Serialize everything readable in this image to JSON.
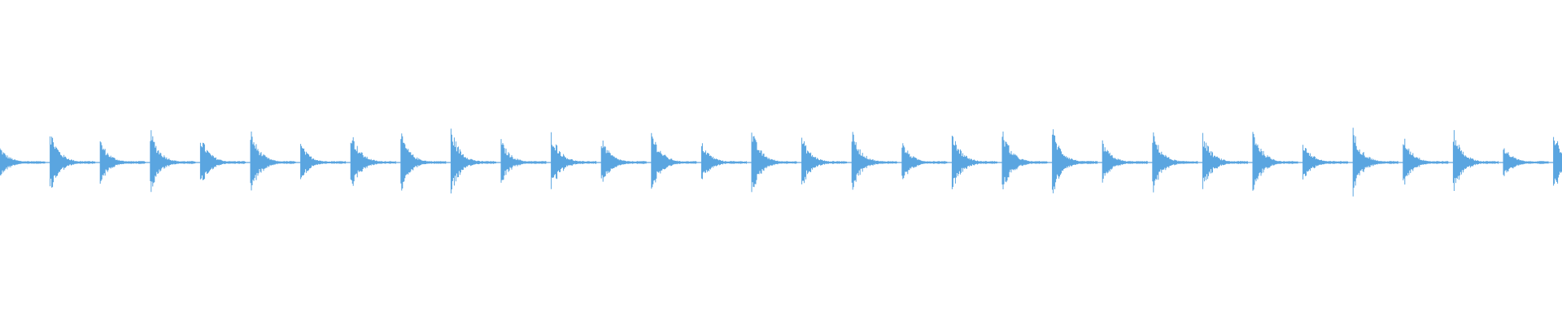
{
  "waveform": {
    "color": "#5aa5e0",
    "background": "#ffffff",
    "hit_count": 32,
    "hit_amplitudes": [
      0.45,
      0.95,
      0.65,
      0.95,
      0.78,
      0.95,
      0.55,
      0.95,
      0.85,
      1.0,
      0.65,
      0.9,
      0.72,
      0.95,
      0.58,
      0.95,
      0.75,
      0.9,
      0.6,
      0.92,
      0.95,
      1.0,
      0.6,
      0.9,
      0.82,
      1.0,
      0.6,
      0.95,
      0.8,
      0.95,
      0.5,
      0.95
    ],
    "decay": 0.82,
    "baseline_amplitude": 0.04
  }
}
